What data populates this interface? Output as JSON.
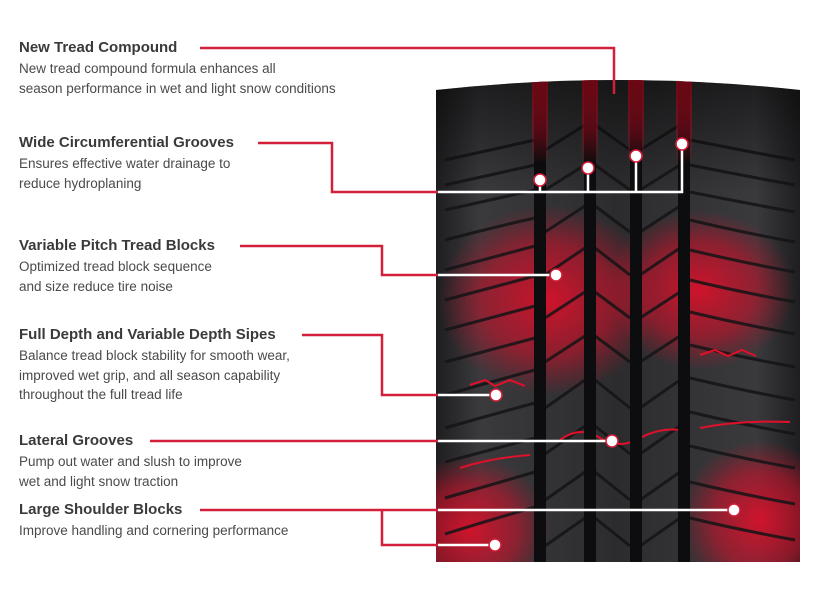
{
  "features": [
    {
      "title": "New Tread Compound",
      "description": "New tread compound formula enhances all\nseason performance in wet and light snow conditions"
    },
    {
      "title": "Wide Circumferential Grooves",
      "description": "Ensures effective water drainage to\nreduce hydroplaning"
    },
    {
      "title": "Variable Pitch Tread Blocks",
      "description": "Optimized tread block sequence\nand size reduce tire noise"
    },
    {
      "title": "Full Depth and Variable Depth Sipes",
      "description": "Balance tread block stability for smooth wear,\nimproved wet grip, and all season capability\nthroughout the full tread life"
    },
    {
      "title": "Lateral Grooves",
      "description": "Pump out water and slush to improve\nwet and light snow traction"
    },
    {
      "title": "Large Shoulder Blocks",
      "description": "Improve handling and cornering performance"
    }
  ],
  "colors": {
    "leader_red": "#d41f3a",
    "leader_white": "#ffffff",
    "highlight_red": "#e0102a",
    "tire_dark": "#2b2b2d",
    "title_text": "#3a3a3a",
    "body_text": "#4a4a4a"
  }
}
